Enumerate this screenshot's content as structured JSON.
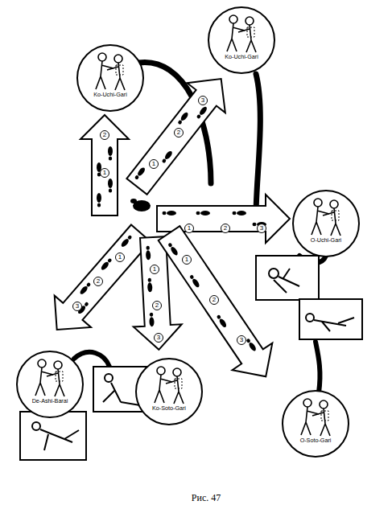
{
  "diagram": {
    "caption": "Рис. 47",
    "nodes": [
      {
        "text": [
          "Ko-Uchi-Gari"
        ]
      },
      {
        "text": [
          "Ko-Uchi-Gari"
        ]
      },
      {
        "text": [
          "O-Uchi-Gari"
        ]
      },
      {
        "text": [
          "De-Ashi-Barai"
        ]
      },
      {
        "text": [
          "Ko-Soto-Gari"
        ]
      },
      {
        "text": [
          "O-Soto-Gari"
        ]
      }
    ],
    "labels": [
      "1",
      "2",
      "1",
      "2",
      "3",
      "1",
      "2",
      "3",
      "1",
      "2",
      "3",
      "1",
      "2",
      "3",
      "1",
      "2",
      "3"
    ]
  }
}
